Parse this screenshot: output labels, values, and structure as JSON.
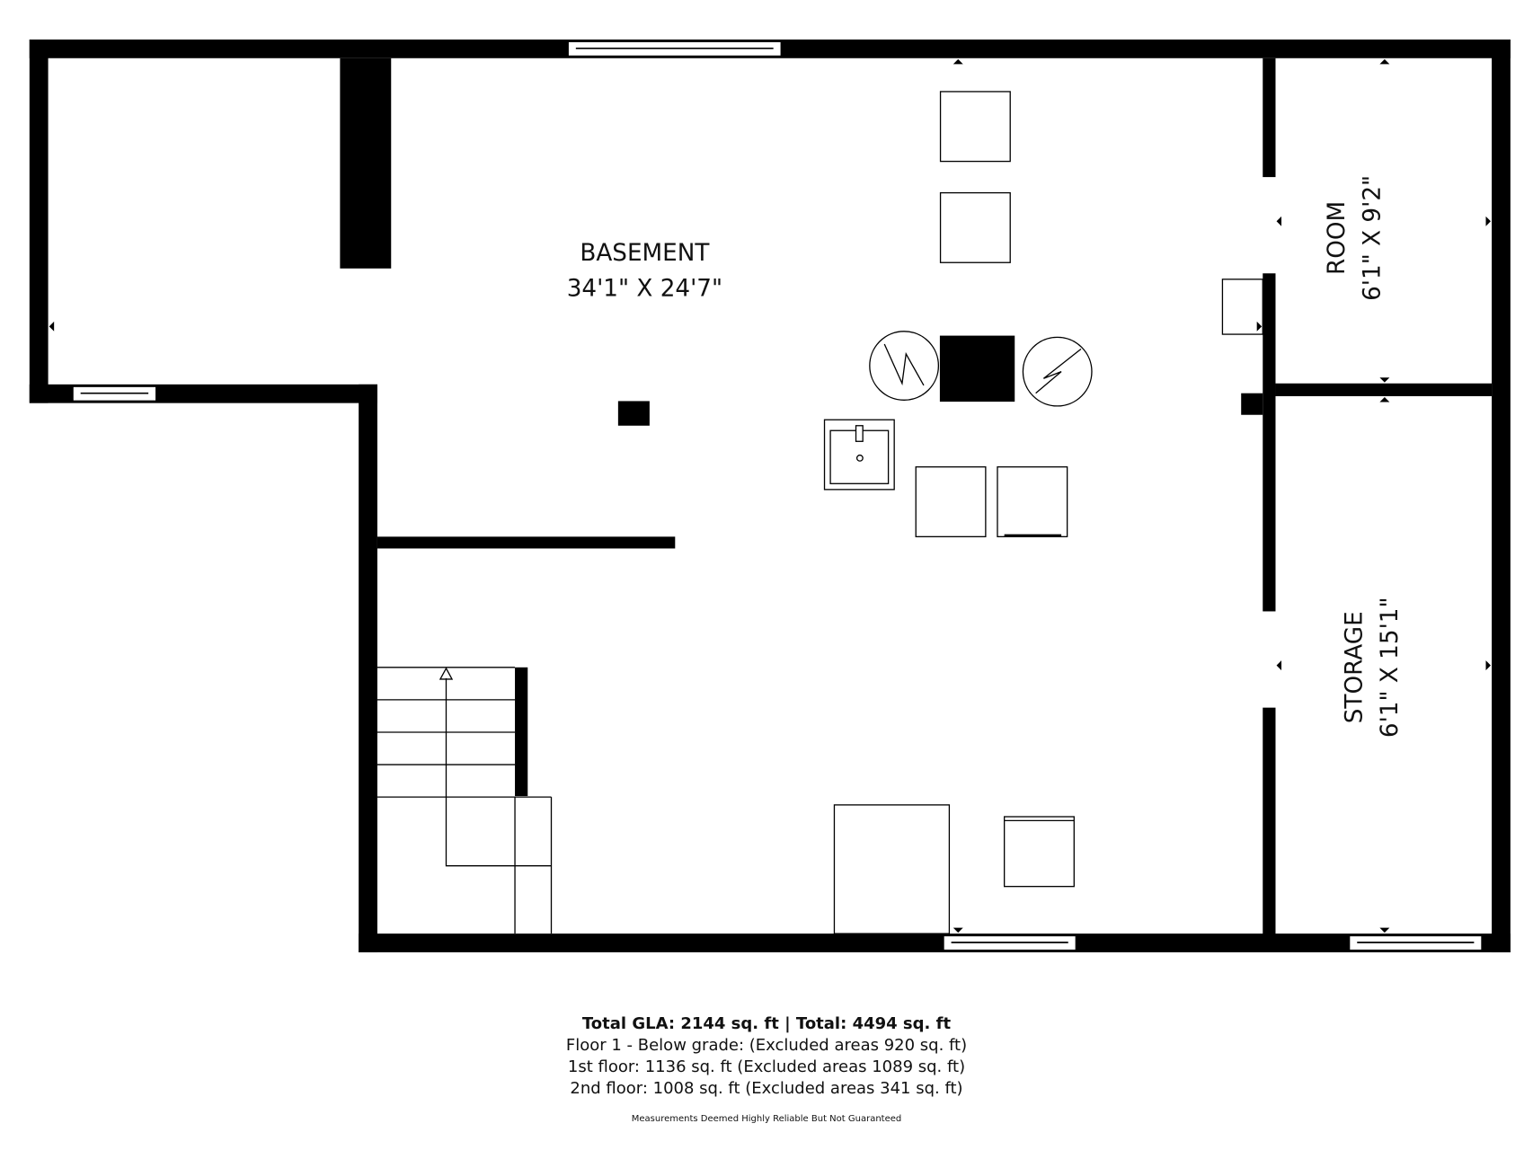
{
  "rooms": {
    "basement": {
      "name": "BASEMENT",
      "dims": "34'1\" X 24'7\""
    },
    "room": {
      "name": "ROOM",
      "dims": "6'1\" X 9'2\""
    },
    "storage": {
      "name": "STORAGE",
      "dims": "6'1\" X 15'1\""
    }
  },
  "footer": {
    "total": "Total GLA: 2144 sq. ft | Total: 4494 sq. ft",
    "floor_below": "Floor 1 - Below grade: (Excluded areas 920 sq. ft)",
    "floor_1": "1st floor: 1136 sq. ft (Excluded areas 1089 sq. ft)",
    "floor_2": "2nd floor: 1008 sq. ft (Excluded areas 341 sq. ft)",
    "disclaimer": "Measurements Deemed Highly Reliable But Not Guaranteed"
  }
}
